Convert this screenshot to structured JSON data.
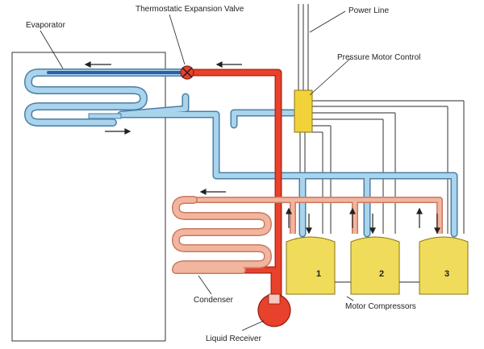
{
  "labels": {
    "evaporator": "Evaporator",
    "expansion_valve": "Thermostatic Expansion Valve",
    "power_line": "Power Line",
    "pressure_control": "Pressure Motor Control",
    "condenser": "Condenser",
    "liquid_receiver": "Liquid Receiver",
    "motor_compressors": "Motor Compressors"
  },
  "compressors": [
    {
      "number": "1"
    },
    {
      "number": "2"
    },
    {
      "number": "3"
    }
  ],
  "colors": {
    "hot_line": "#e8412c",
    "hot_line_dark": "#b02a1a",
    "cold_line": "#a9d4ec",
    "cold_line_dark": "#4a7fa6",
    "cold_line_deep": "#2c5fa8",
    "condenser_tube": "#f2b59e",
    "compressor_fill": "#f0dc5a",
    "control_fill": "#f2d23a",
    "wire": "#555555"
  }
}
